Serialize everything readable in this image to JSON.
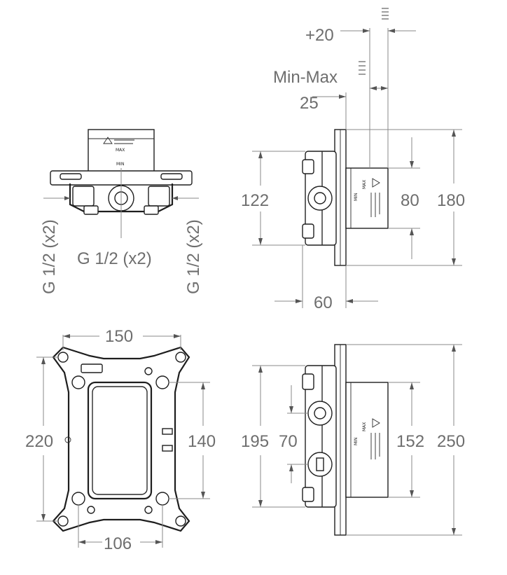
{
  "dimensions": {
    "offset_plus20": "+20",
    "min_max": "Min-Max",
    "depth_25": "25",
    "height_122": "122",
    "height_80": "80",
    "height_180": "180",
    "depth_60": "60",
    "thread_left": "G 1/2 (x2)",
    "thread_center": "G 1/2 (x2)",
    "thread_right": "G 1/2 (x2)",
    "width_150": "150",
    "height_220": "220",
    "height_140": "140",
    "width_106": "106",
    "height_195": "195",
    "height_70": "70",
    "height_152": "152",
    "height_250": "250"
  },
  "box_labels": {
    "max": "MAX",
    "min": "MIN"
  }
}
